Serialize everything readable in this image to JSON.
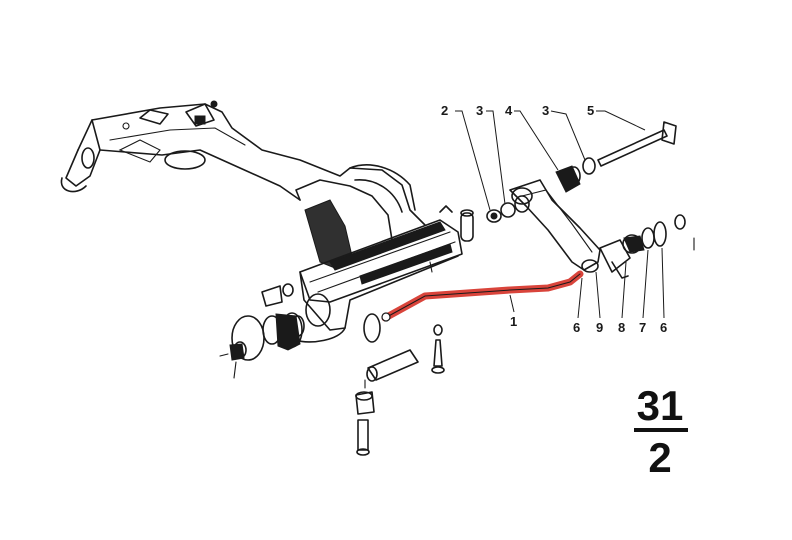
{
  "diagram": {
    "highlight_color": "#d9443b",
    "ink_color": "#1a1a1a",
    "parts": [
      {
        "id": "p2",
        "label": "2"
      },
      {
        "id": "p3a",
        "label": "3"
      },
      {
        "id": "p4",
        "label": "4"
      },
      {
        "id": "p3b",
        "label": "3"
      },
      {
        "id": "p5",
        "label": "5"
      },
      {
        "id": "p1",
        "label": "1"
      },
      {
        "id": "p6a",
        "label": "6"
      },
      {
        "id": "p9",
        "label": "9"
      },
      {
        "id": "p8",
        "label": "8"
      },
      {
        "id": "p7",
        "label": "7"
      },
      {
        "id": "p6b",
        "label": "6"
      }
    ]
  },
  "page_ref": {
    "group": "31",
    "sheet": "2"
  }
}
